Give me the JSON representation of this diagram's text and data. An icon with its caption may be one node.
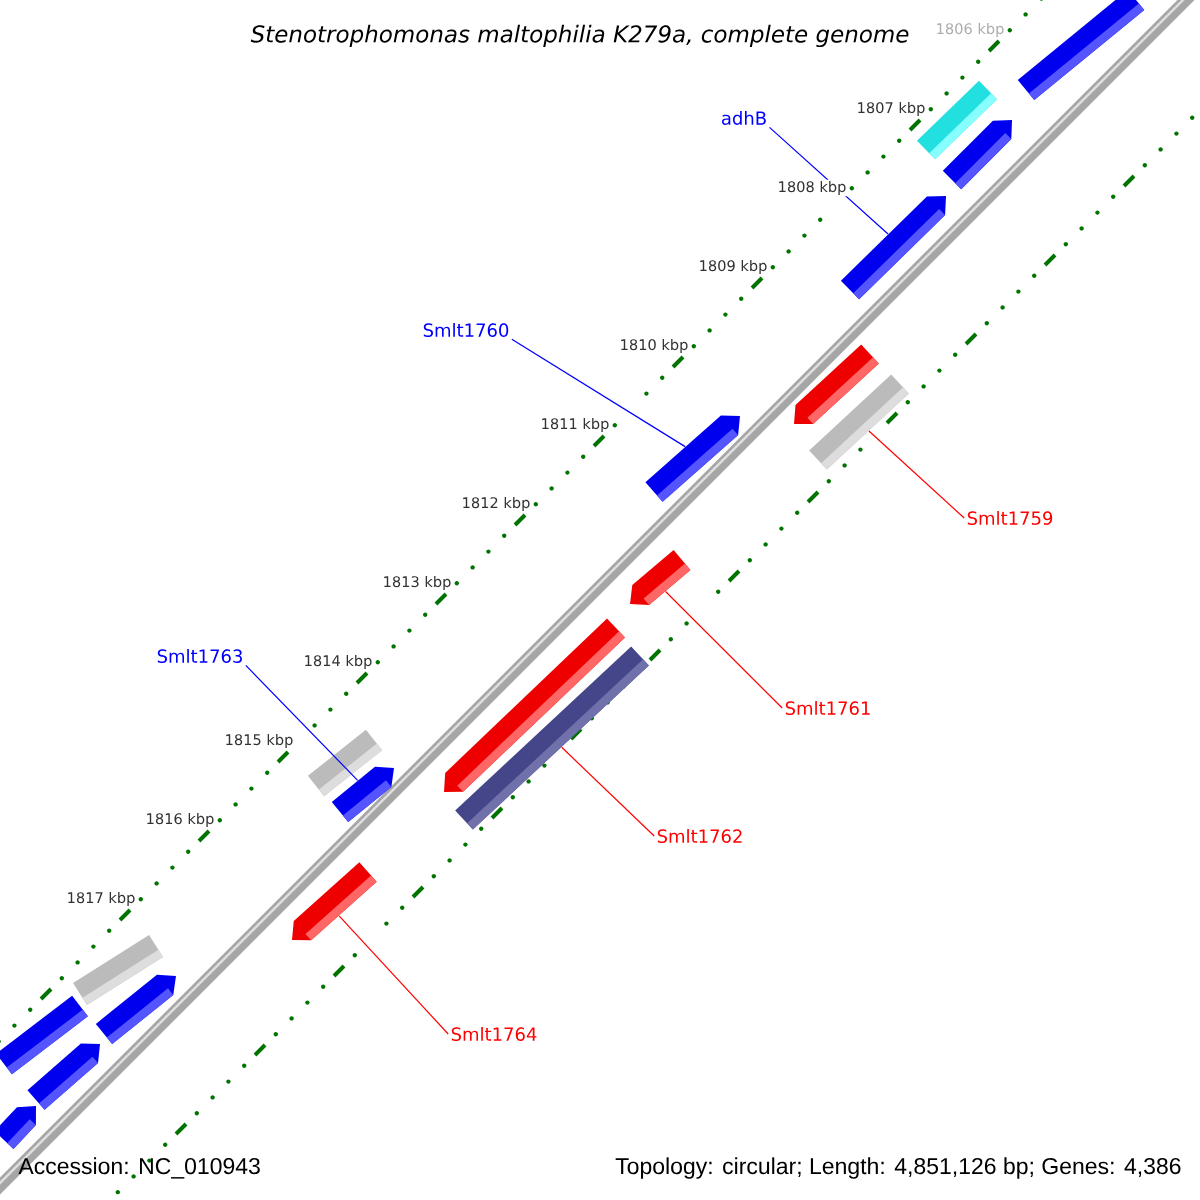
{
  "diagram": {
    "title": "Stenotrophomonas maltophilia K279a, complete genome",
    "nodes": [
      {
        "text": [
          "adhB"
        ]
      },
      {
        "text": [
          "Smlt1760"
        ]
      },
      {
        "text": [
          "Smlt1759"
        ]
      },
      {
        "text": [
          "Smlt1763"
        ]
      },
      {
        "text": [
          "Smlt1761"
        ]
      },
      {
        "text": [
          "Smlt1762"
        ]
      },
      {
        "text": [
          "Smlt1764"
        ]
      },
      {
        "text": [],
        "shape": "bar"
      },
      {
        "text": [],
        "shape": "bar"
      },
      {
        "text": [],
        "shape": "arrow"
      },
      {
        "text": [],
        "shape": "arrow"
      },
      {
        "text": [],
        "shape": "arrow"
      },
      {
        "text": [],
        "shape": "bar"
      },
      {
        "text": [],
        "shape": "arrow"
      },
      {
        "text": [],
        "shape": "arrow"
      },
      {
        "text": [],
        "shape": "arrow"
      },
      {
        "text": [],
        "shape": "bar"
      },
      {
        "text": [],
        "shape": "bar"
      },
      {
        "text": [],
        "shape": "arrow"
      },
      {
        "text": [],
        "shape": "arrow"
      },
      {
        "text": [],
        "shape": "bar"
      },
      {
        "text": [],
        "shape": "arrow"
      },
      {
        "text": [],
        "shape": "bar"
      },
      {
        "text": [],
        "shape": "arrow"
      },
      {
        "text": [],
        "shape": "arrow"
      }
    ],
    "edges": [
      {
        "from": 0,
        "to": 10,
        "arrow": "none",
        "color": "#0000ff"
      },
      {
        "from": 1,
        "to": 13,
        "arrow": "none",
        "color": "#0000ff"
      },
      {
        "from": 2,
        "to": 12,
        "arrow": "none",
        "color": "#ff0000"
      },
      {
        "from": 3,
        "to": 18,
        "arrow": "none",
        "color": "#0000ff"
      },
      {
        "from": 4,
        "to": 14,
        "arrow": "none",
        "color": "#ff0000"
      },
      {
        "from": 5,
        "to": 16,
        "arrow": "none",
        "color": "#ff0000"
      },
      {
        "from": 6,
        "to": 19,
        "arrow": "none",
        "color": "#ff0000"
      }
    ],
    "labels": [
      "1806 kbp",
      "1807 kbp",
      "1808 kbp",
      "1809 kbp",
      "1810 kbp",
      "1811 kbp",
      "1812 kbp",
      "1813 kbp",
      "1814 kbp",
      "1815 kbp",
      "1816 kbp",
      "1817 kbp",
      "Accession: NC_010943",
      "Topology: circular; Length: 4,851,126 bp; Genes: 4,386"
    ]
  }
}
